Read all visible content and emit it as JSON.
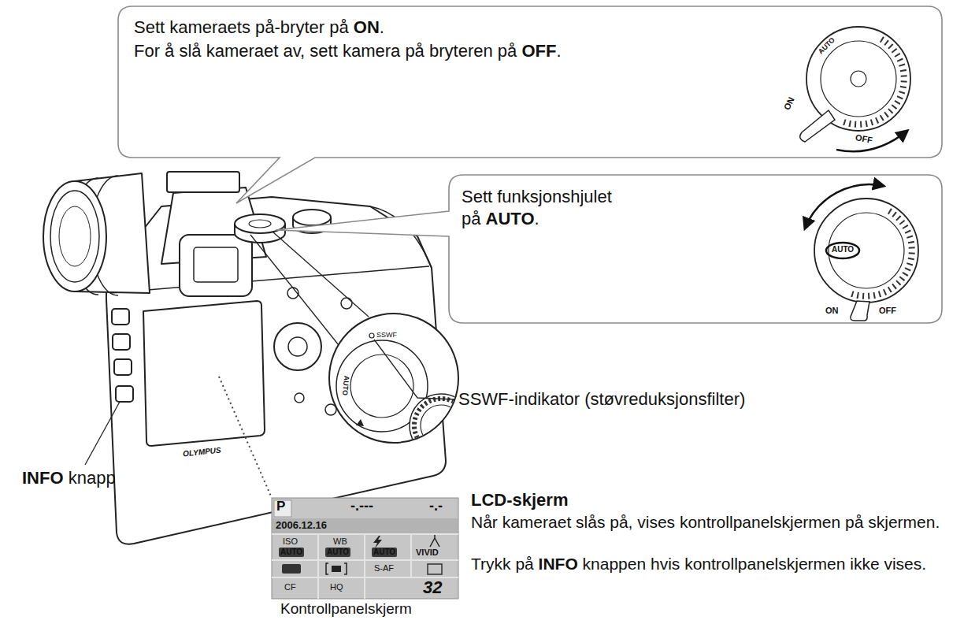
{
  "diagram": {
    "nodes": [
      {
        "text": [
          "Sett kameraets på-bryter på ON.",
          "For å slå kameraet av, sett kamera på bryteren på OFF."
        ]
      },
      {
        "text": [
          "Sett funksjonshjulet på AUTO."
        ]
      },
      {
        "text": [
          "P",
          "-.---",
          "-.-",
          "2006.12.16",
          "ISO",
          "AUTO",
          "WB",
          "AUTO",
          "AUTO",
          "VIVID",
          "S-AF",
          "CF",
          "HQ",
          "32"
        ]
      }
    ],
    "labels": [
      "INFO knapp",
      "SSWF-indikator (støvreduksjonsfilter)",
      "LCD-skjerm",
      "Når kameraet slås på, vises kontrollpanelskjermen på skjermen.",
      "Trykk på INFO knappen hvis kontrollpanelskjermen ikke vises.",
      "Kontrollpanelskjerm",
      "ON",
      "OFF",
      "AUTO",
      "AUTO",
      "ON",
      "OFF",
      "AUTO",
      "SSWF",
      "OLYMPUS"
    ]
  }
}
